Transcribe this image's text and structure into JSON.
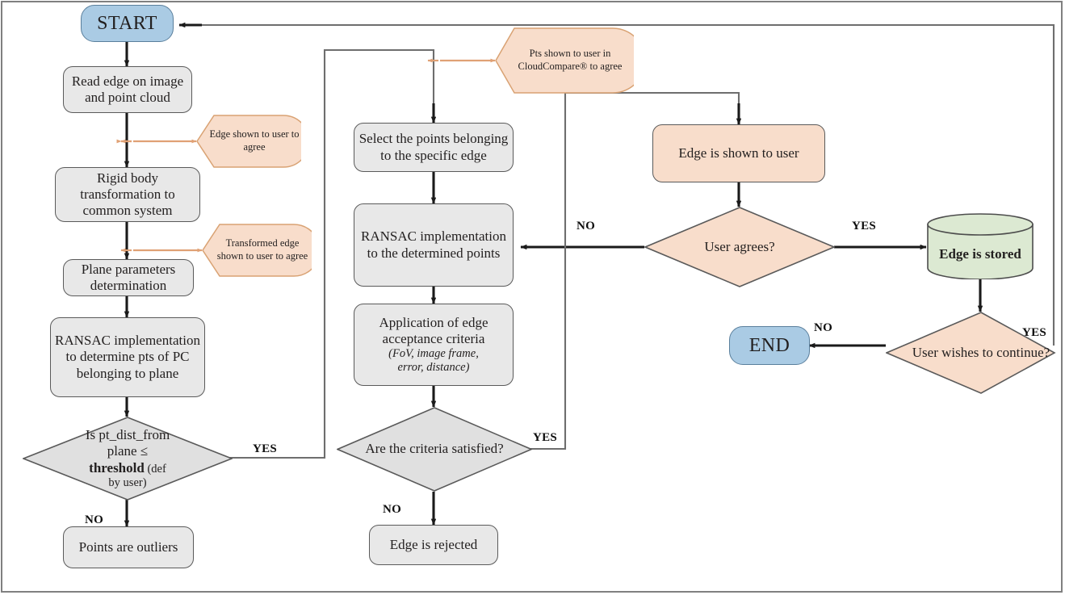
{
  "diagram": {
    "title": "Edge extraction and validation flowchart",
    "colors": {
      "terminator_fill": "#aacbe4",
      "terminator_stroke": "#5a7f9c",
      "process_fill": "#e8e8e8",
      "process_stroke": "#5a5a5a",
      "decision_fill": "#e0e0e0",
      "orange_fill": "#f8ddcb",
      "storage_fill": "#dce9d2",
      "callout_fill": "#f8ddcb",
      "callout_stroke": "#d9a273",
      "connector": "#1a1a1a",
      "thin_connector": "#6e6e6e",
      "frame": "#808080"
    }
  },
  "nodes": {
    "start": {
      "label": "START",
      "type": "terminator"
    },
    "read_edge": {
      "label": "Read edge on image and point cloud",
      "type": "process"
    },
    "rigid_body": {
      "label": "Rigid body transformation to common system",
      "type": "process"
    },
    "plane_params": {
      "label": "Plane parameters determination",
      "type": "process"
    },
    "ransac_plane": {
      "label": "RANSAC implementation to determine pts of PC belonging to plane",
      "type": "process"
    },
    "pt_dist_decision": {
      "type": "decision",
      "line1": "Is pt_dist_from",
      "line2": "plane ≤",
      "line3_bold": "threshold",
      "line3_rest": " (def",
      "line4": "by user)"
    },
    "points_outliers": {
      "label": "Points are outliers",
      "type": "process"
    },
    "select_points": {
      "label": "Select the points belonging to the specific edge",
      "type": "process"
    },
    "ransac_points": {
      "label": "RANSAC implementation to the determined points",
      "type": "process"
    },
    "edge_criteria": {
      "type": "process",
      "line1": "Application of edge",
      "line2": "acceptance criteria",
      "line3_italic": "(FoV, image frame,",
      "line4_italic": "error, distance)"
    },
    "criteria_decision": {
      "label": "Are the criteria satisfied?",
      "type": "decision"
    },
    "edge_rejected": {
      "label": "Edge is rejected",
      "type": "process"
    },
    "edge_shown": {
      "label": "Edge is shown to user",
      "type": "orange"
    },
    "user_agrees": {
      "label": "User agrees?",
      "type": "decision-orange"
    },
    "edge_stored": {
      "label": "Edge is stored",
      "type": "storage"
    },
    "user_continue": {
      "label": "User wishes to continue?",
      "type": "decision-orange"
    },
    "end": {
      "label": "END",
      "type": "terminator"
    }
  },
  "callouts": {
    "edge_shown_agree": {
      "label": "Edge shown to user to agree"
    },
    "transformed_edge": {
      "label": "Transformed edge shown to user to agree"
    },
    "pts_cloudcompare": {
      "label": "Pts shown to user in CloudCompare® to agree"
    }
  },
  "edge_labels": {
    "pt_dist_yes": "YES",
    "pt_dist_no": "NO",
    "criteria_yes": "YES",
    "criteria_no": "NO",
    "user_agrees_no": "NO",
    "user_agrees_yes": "YES",
    "continue_yes": "YES",
    "continue_no": "NO"
  }
}
